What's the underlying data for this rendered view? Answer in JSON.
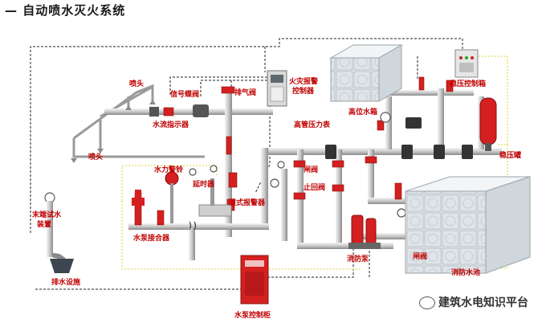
{
  "title": "— 自动喷水灭火系统",
  "labels": {
    "sprinkler_top": "喷头",
    "sprinkler_bottom": "喷头",
    "signal_valve": "信号蝶阀",
    "exhaust_valve": "排气阀",
    "fire_alarm_controller": "火灾报警\n控制器",
    "flow_indicator": "水流指示器",
    "high_pressure_gauge": "高管压力表",
    "high_tank": "高位水箱",
    "stabilizer_controller": "稳压控制箱",
    "stabilizer_tank": "稳压罐",
    "water_bell": "水力警铃",
    "delay_device": "延时器",
    "test_device": "末端试水\n装置",
    "drain": "排水设施",
    "pump_adapter": "水泵接合器",
    "wet_alarm": "湿式报警器",
    "gate_valve": "闸阀",
    "check_valve": "止回阀",
    "fire_pump": "消防泵",
    "gate_valve_2": "闸阀",
    "fire_pool": "消防水池",
    "pump_cabinet": "水泵控制柜"
  },
  "watermark": "建筑水电知识平台",
  "colors": {
    "pipe": "#d8d8d8",
    "pipe_edge": "#8c8c8c",
    "valve": "#d42020",
    "label": "#c00000",
    "yellow_line": "#f0e05a"
  }
}
